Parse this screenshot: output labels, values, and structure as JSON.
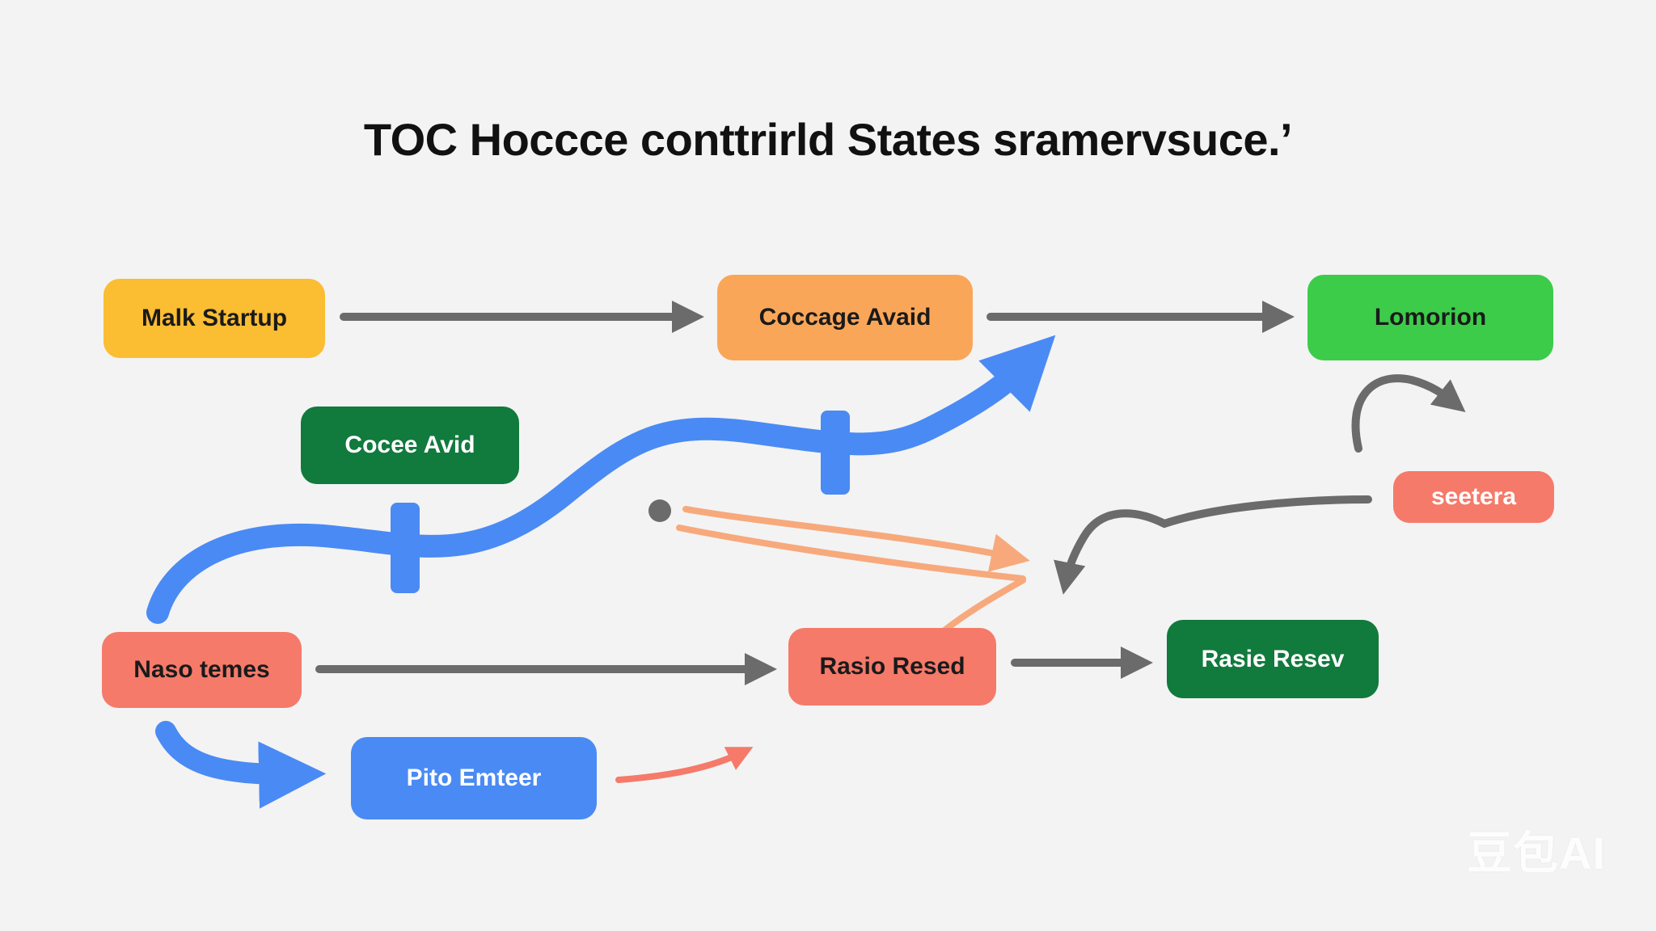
{
  "title": "TOC Hoccce conttrirld States sramervsuce.’",
  "nodes": {
    "malk_startup": {
      "label": "Malk Startup",
      "color": "#fbbd32"
    },
    "coccage_avaid": {
      "label": "Coccage Avaid",
      "color": "#faa659"
    },
    "lomorion": {
      "label": "Lomorion",
      "color": "#3ccc4a"
    },
    "cocee_avid": {
      "label": "Cocee Avid",
      "color": "#117a3d"
    },
    "seetera": {
      "label": "seetera",
      "color": "#f57a6a"
    },
    "naso_temes": {
      "label": "Naso temes",
      "color": "#f57a6a"
    },
    "rasio_resed": {
      "label": "Rasio Resed",
      "color": "#f57a6a"
    },
    "rasie_resev": {
      "label": "Rasie Resev",
      "color": "#117a3d"
    },
    "pito_emteer": {
      "label": "Pito Emteer",
      "color": "#4a8af4"
    }
  },
  "colors": {
    "background": "#f3f3f3",
    "gray_arrow": "#6b6b6b",
    "blue_flow": "#4a8af4",
    "orange_flow": "#f7a97c",
    "red_flow": "#f57a6a"
  },
  "watermark": "豆包AI"
}
